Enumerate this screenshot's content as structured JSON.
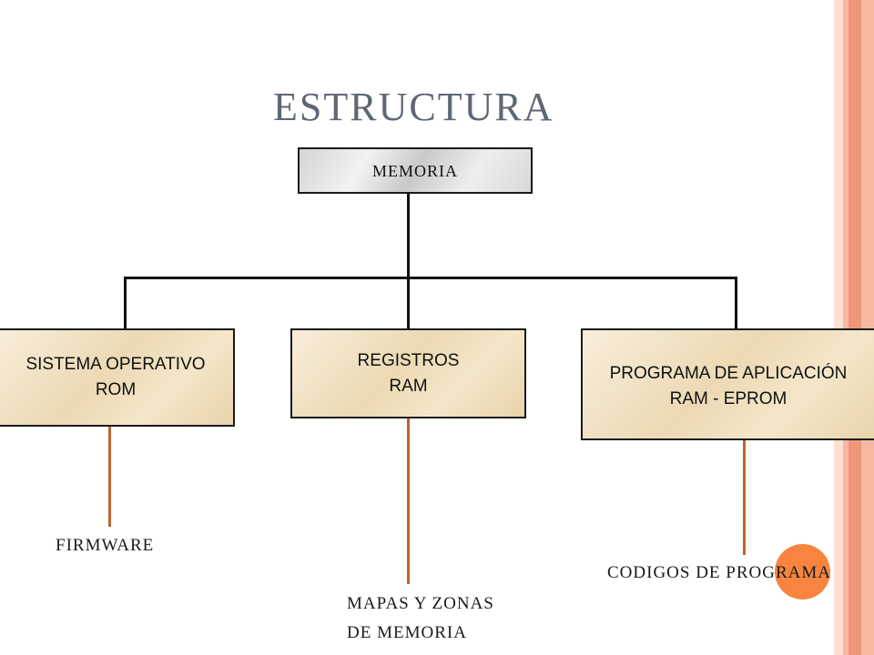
{
  "slide": {
    "title": "ESTRUCTURA",
    "colors": {
      "stripe_light": "#fde0d3",
      "stripe_mid": "#f7b8a0",
      "stripe_dark": "#f0967a",
      "title": "#5f6674",
      "connector": "#c0642f",
      "accent_dot": "#f7853f"
    }
  },
  "diagram": {
    "root": {
      "label": "MEMORIA"
    },
    "children": [
      {
        "line1": "SISTEMA OPERATIVO",
        "line2": "ROM",
        "note": "FIRMWARE"
      },
      {
        "line1": "REGISTROS",
        "line2": "RAM",
        "note_line1": "MAPAS Y ZONAS",
        "note_line2": "DE MEMORIA"
      },
      {
        "line1": "PROGRAMA DE APLICACIÓN",
        "line2": "RAM - EPROM",
        "note": "CODIGOS DE PROGRAMA"
      }
    ]
  }
}
